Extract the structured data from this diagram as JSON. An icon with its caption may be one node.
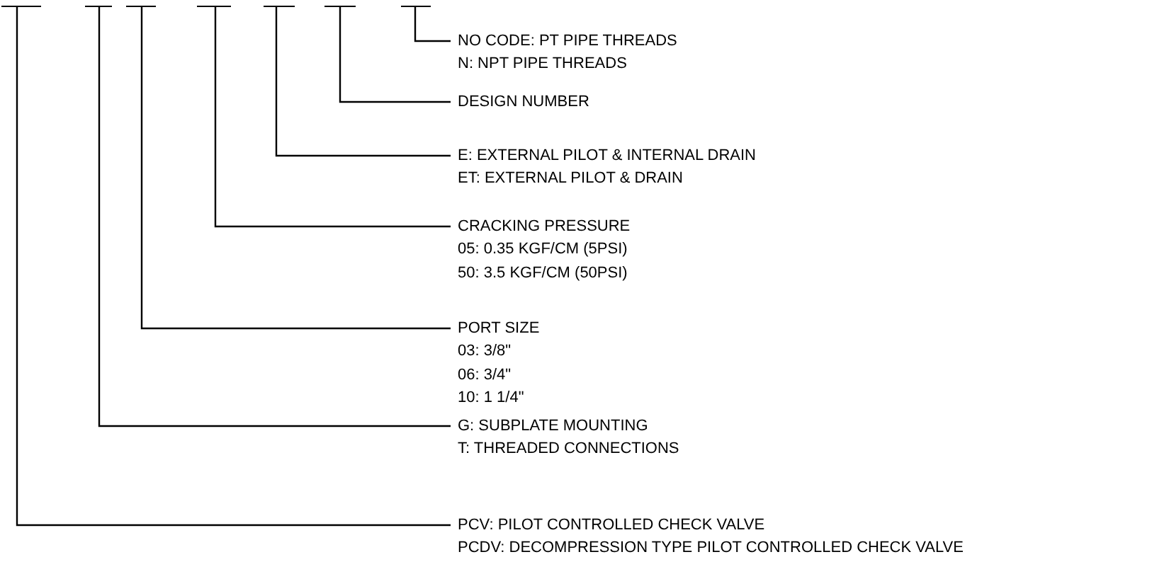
{
  "diagram": {
    "nodes": [
      {
        "text": [],
        "shape": "bar"
      },
      {
        "text": [],
        "shape": "bar"
      },
      {
        "text": [],
        "shape": "bar"
      },
      {
        "text": [],
        "shape": "bar"
      },
      {
        "text": [],
        "shape": "bar"
      },
      {
        "text": [],
        "shape": "bar"
      },
      {
        "text": [],
        "shape": "bar"
      },
      {
        "text": [
          "NO CODE: PT PIPE THREADS",
          "N: NPT PIPE THREADS"
        ]
      },
      {
        "text": [
          "DESIGN NUMBER"
        ]
      },
      {
        "text": [
          "E: EXTERNAL PILOT & INTERNAL DRAIN",
          "ET: EXTERNAL PILOT & DRAIN"
        ]
      },
      {
        "text": [
          "CRACKING PRESSURE",
          "05: 0.35 KGF/CM (5PSI)",
          "50: 3.5 KGF/CM (50PSI)"
        ]
      },
      {
        "text": [
          "PORT SIZE",
          "03: 3/8\"",
          "06: 3/4\"",
          "10: 1 1/4\""
        ]
      },
      {
        "text": [
          "G: SUBPLATE MOUNTING",
          "T: THREADED CONNECTIONS"
        ]
      },
      {
        "text": [
          "PCV: PILOT CONTROLLED CHECK VALVE",
          "PCDV: DECOMPRESSION TYPE PILOT CONTROLLED CHECK VALVE"
        ]
      }
    ],
    "edges": [
      {
        "from": 7,
        "to": 6,
        "arrow": "none"
      },
      {
        "from": 8,
        "to": 5,
        "arrow": "none"
      },
      {
        "from": 9,
        "to": 4,
        "arrow": "none"
      },
      {
        "from": 10,
        "to": 3,
        "arrow": "none"
      },
      {
        "from": 11,
        "to": 2,
        "arrow": "none"
      },
      {
        "from": 12,
        "to": 1,
        "arrow": "none"
      },
      {
        "from": 13,
        "to": 0,
        "arrow": "none"
      }
    ]
  }
}
